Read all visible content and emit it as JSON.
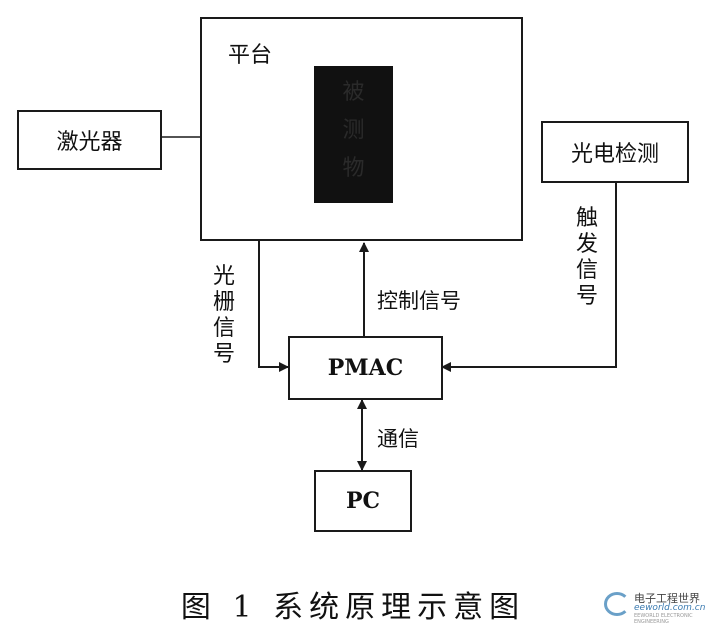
{
  "blocks": {
    "platform": "平台",
    "specimen": "被测物",
    "laser": "激光器",
    "photo_detect": "光电检测",
    "pmac": "PMAC",
    "pc": "PC"
  },
  "signals": {
    "grating": "光栅信号",
    "control": "控制信号",
    "trigger": "触发信号",
    "comm": "通信"
  },
  "caption": "图 1   系统原理示意图",
  "watermark": {
    "brand": "电子工程世界",
    "url": "eeworld.com.cn",
    "tagline": "EEWORLD ELECTRONIC ENGINEERING"
  }
}
